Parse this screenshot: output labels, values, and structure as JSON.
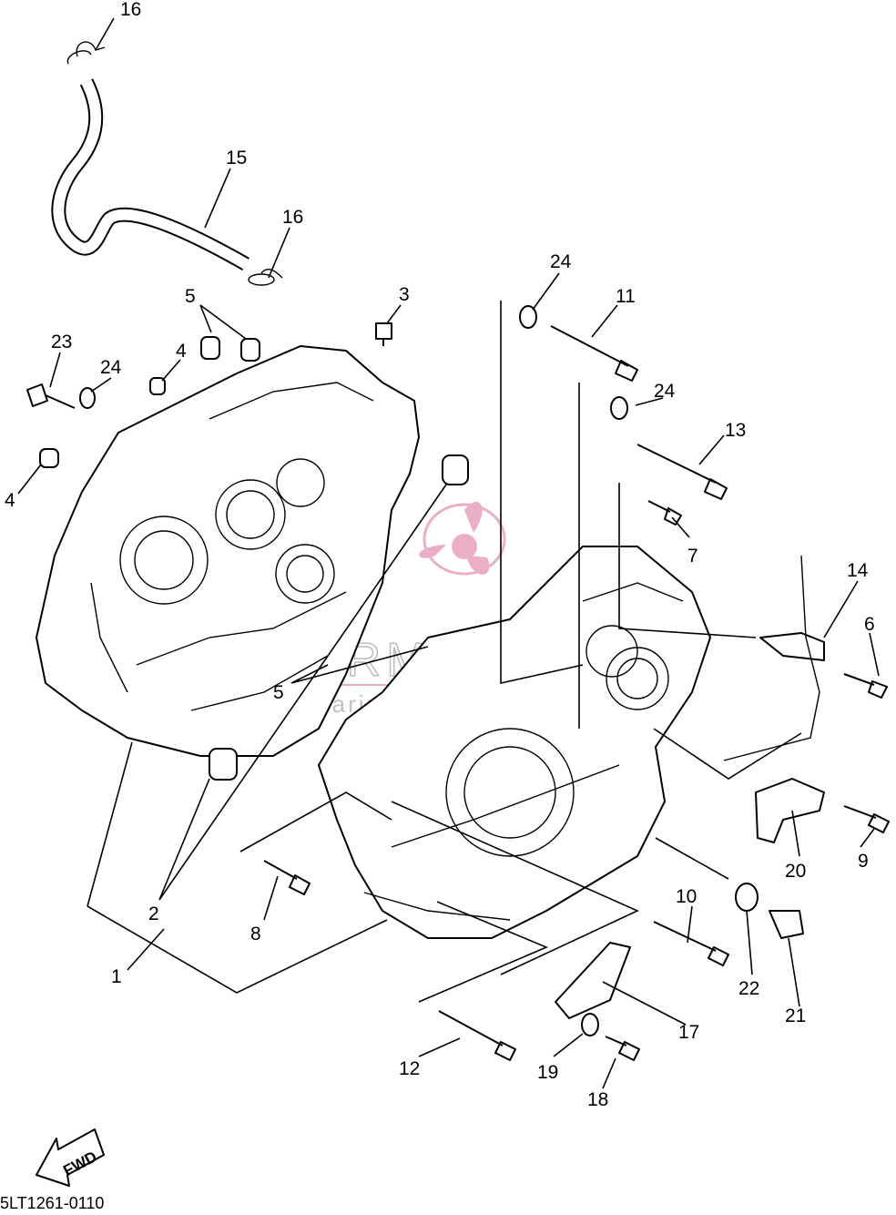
{
  "diagram": {
    "part_numbers": [
      "16",
      "15",
      "16",
      "5",
      "3",
      "24",
      "11",
      "23",
      "24",
      "4",
      "4",
      "24",
      "13",
      "7",
      "14",
      "6",
      "5",
      "9",
      "20",
      "2",
      "8",
      "1",
      "10",
      "22",
      "21",
      "17",
      "12",
      "19",
      "18"
    ],
    "fwd_label": "FWD",
    "drawing_code": "5LT1261-0110"
  },
  "watermark": {
    "brand": "ARMADA",
    "tagline": "marine outboards",
    "color": "#e8a0c0"
  }
}
